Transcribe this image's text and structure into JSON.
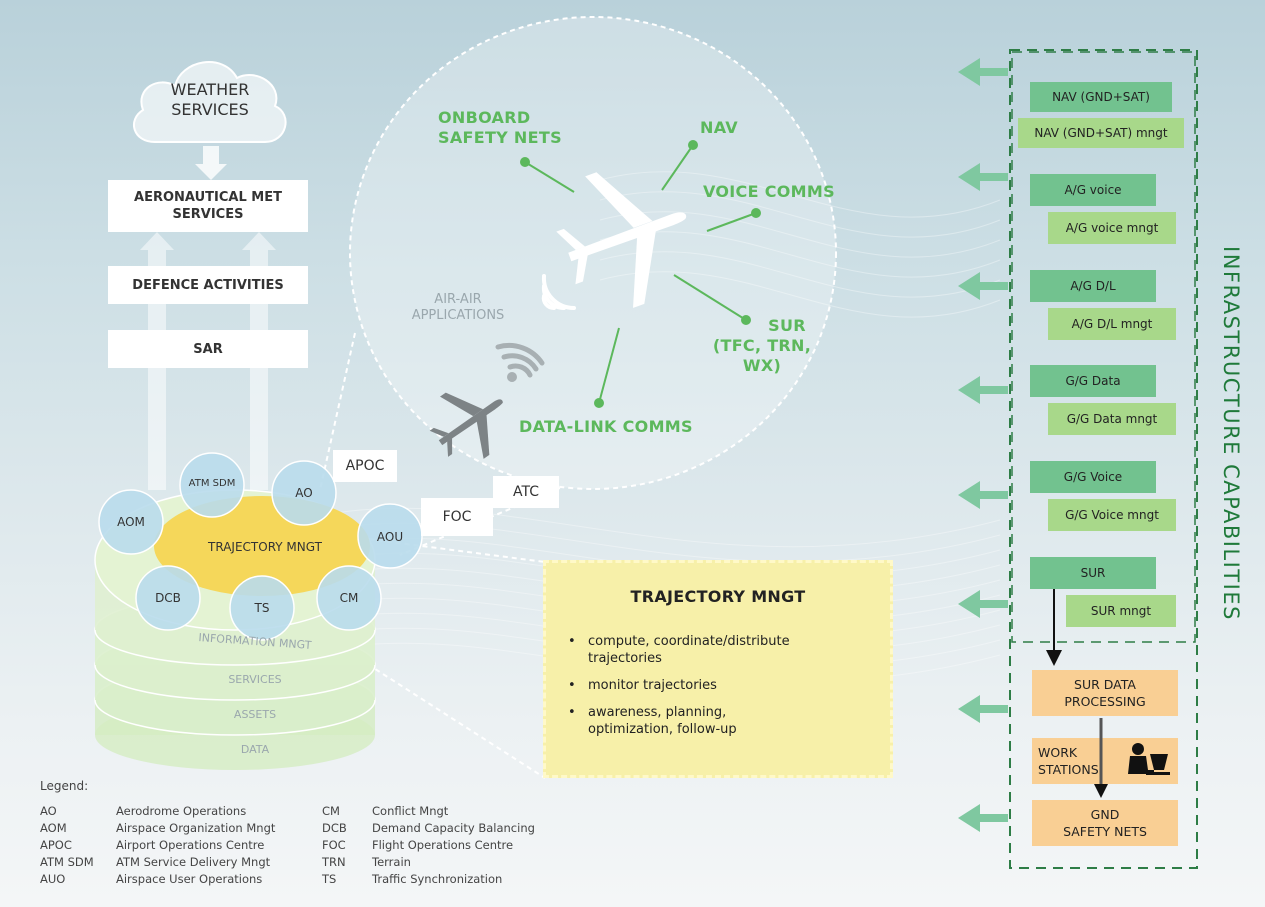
{
  "weather": {
    "line1": "WEATHER",
    "line2": "SERVICES"
  },
  "left_boxes": {
    "met_line1": "AERONAUTICAL MET",
    "met_line2": "SERVICES",
    "defence": "DEFENCE ACTIVITIES",
    "sar": "SAR"
  },
  "circle_labels": {
    "onboard_l1": "ONBOARD",
    "onboard_l2": "SAFETY NETS",
    "nav": "NAV",
    "voice": "VOICE COMMS",
    "sur_l1": "SUR",
    "sur_l2": "(TFC, TRN, WX)",
    "datalink": "DATA-LINK COMMS",
    "airair_l1": "AIR-AIR",
    "airair_l2": "APPLICATIONS"
  },
  "stack": {
    "center": "TRAJECTORY MNGT",
    "circles": [
      "ATM SDM",
      "AO",
      "AOM",
      "AOU",
      "DCB",
      "TS",
      "CM"
    ],
    "layers": [
      "INFORMATION MNGT",
      "SERVICES",
      "ASSETS",
      "DATA"
    ]
  },
  "actors": {
    "apoc": "APOC",
    "atc": "ATC",
    "foc": "FOC"
  },
  "traj_panel": {
    "title": "TRAJECTORY MNGT",
    "bullets": [
      {
        "l1": "compute, coordinate/distribute",
        "l2": "trajectories"
      },
      {
        "l1": "monitor trajectories",
        "l2": ""
      },
      {
        "l1": "awareness, planning,",
        "l2": "optimization, follow-up"
      }
    ]
  },
  "infra": {
    "title": "INFRASTRUCTURE CAPABILITIES",
    "pairs": [
      {
        "main": "NAV (GND+SAT)",
        "mngt": "NAV (GND+SAT) mngt"
      },
      {
        "main": "A/G voice",
        "mngt": "A/G voice mngt"
      },
      {
        "main": "A/G D/L",
        "mngt": "A/G D/L mngt"
      },
      {
        "main": "G/G Data",
        "mngt": "G/G Data mngt"
      },
      {
        "main": "G/G Voice",
        "mngt": "G/G Voice mngt"
      },
      {
        "main": "SUR",
        "mngt": "SUR mngt"
      }
    ],
    "sur_proc_l1": "SUR DATA",
    "sur_proc_l2": "PROCESSING",
    "work_l1": "WORK",
    "work_l2": "STATIONS",
    "gnd_l1": "GND",
    "gnd_l2": "SAFETY NETS"
  },
  "legend": {
    "title": "Legend:",
    "left": [
      {
        "abbr": "AO",
        "text": "Aerodrome Operations"
      },
      {
        "abbr": "AOM",
        "text": "Airspace Organization Mngt"
      },
      {
        "abbr": "APOC",
        "text": "Airport Operations Centre"
      },
      {
        "abbr": "ATM SDM",
        "text": "ATM Service Delivery Mngt"
      },
      {
        "abbr": "AUO",
        "text": "Airspace User Operations"
      }
    ],
    "right": [
      {
        "abbr": "CM",
        "text": "Conflict Mngt"
      },
      {
        "abbr": "DCB",
        "text": "Demand Capacity Balancing"
      },
      {
        "abbr": "FOC",
        "text": "Flight Operations Centre"
      },
      {
        "abbr": "TRN",
        "text": "Terrain"
      },
      {
        "abbr": "TS",
        "text": "Traffic Synchronization"
      }
    ]
  },
  "colors": {
    "green_text": "#5cb85c",
    "dark_green": "#1f7a3a",
    "infra_dark": "#72c28f",
    "infra_light": "#a8d88a",
    "orange": "#f9cf94",
    "traj_center": "#f5d75a",
    "circle_blue": "#b9dcec"
  },
  "icons": [
    "cloud-icon",
    "airplane-icon",
    "airplane-grey-icon",
    "wifi-signal-icon",
    "workstation-person-icon",
    "arrow-left-icon"
  ]
}
